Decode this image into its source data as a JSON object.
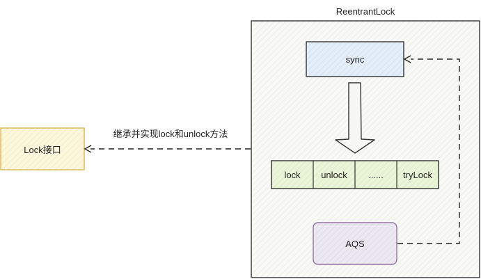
{
  "diagram": {
    "container": {
      "title": "ReentrantLock",
      "fill": "#f9f9f5",
      "stroke": "#333333"
    },
    "interface_box": {
      "label": "Lock接口",
      "fill": "#fdf7dc",
      "stroke": "#d6b656"
    },
    "sync_box": {
      "label": "sync",
      "fill": "#e3eefa",
      "stroke": "#333333"
    },
    "methods": {
      "fill": "#eaf5d8",
      "stroke": "#333333",
      "items": [
        "lock",
        "unlock",
        "......",
        "tryLock"
      ]
    },
    "aqs_box": {
      "label": "AQS",
      "fill": "#ece8f2",
      "stroke": "#9673a6"
    },
    "edges": {
      "implements_label": "继承并实现lock和unlock方法",
      "implements": {
        "from": "ReentrantLock",
        "to": "Lock接口",
        "style": "dashed"
      },
      "aqs_to_sync": {
        "from": "AQS",
        "to": "sync",
        "style": "dashed"
      },
      "sync_to_methods": {
        "from": "sync",
        "to": "methods",
        "style": "block-arrow"
      }
    }
  }
}
